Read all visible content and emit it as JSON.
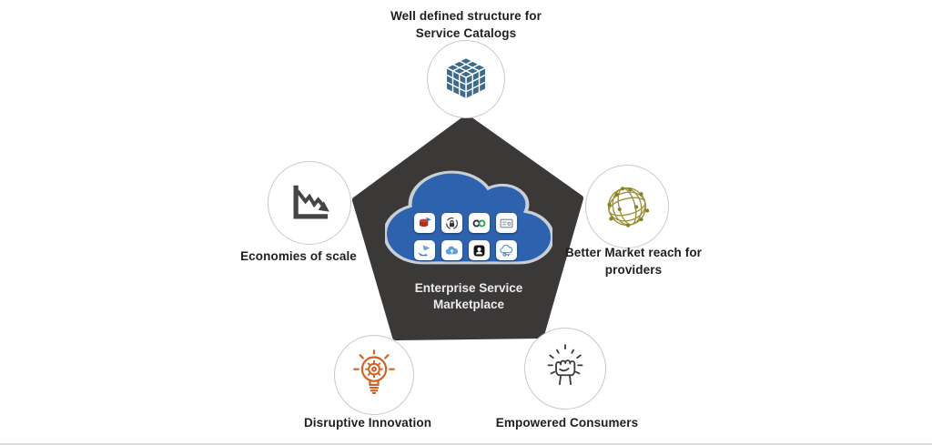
{
  "diagram": {
    "title_line1": "Enterprise Service",
    "title_line2": "Marketplace",
    "pentagon_color": "#3b3838",
    "cloud_color": "#2d63ae",
    "cloud_tiles": [
      "database-icon",
      "secure-sync-icon",
      "devops-infinity-icon",
      "license-card-icon",
      "service-delivery-icon",
      "cloud-upload-icon",
      "user-badge-icon",
      "cloud-key-icon"
    ]
  },
  "nodes": [
    {
      "id": "service-catalogs",
      "line1": "Well defined structure for",
      "line2": "Service Catalogs",
      "icon": "cube-grid-icon",
      "icon_color": "#3d6b8e"
    },
    {
      "id": "economies-of-scale",
      "line1": "Economies of scale",
      "icon": "declining-chart-icon",
      "icon_color": "#454545"
    },
    {
      "id": "better-market-reach",
      "line1": "Better Market reach for",
      "line2": "providers",
      "icon": "globe-network-icon",
      "icon_color": "#9c9139"
    },
    {
      "id": "disruptive-innovation",
      "line1": "Disruptive Innovation",
      "icon": "bulb-gear-icon",
      "icon_color": "#d4611e"
    },
    {
      "id": "empowered-consumers",
      "line1": "Empowered Consumers",
      "icon": "fist-icon",
      "icon_color": "#3b3b3b"
    }
  ]
}
